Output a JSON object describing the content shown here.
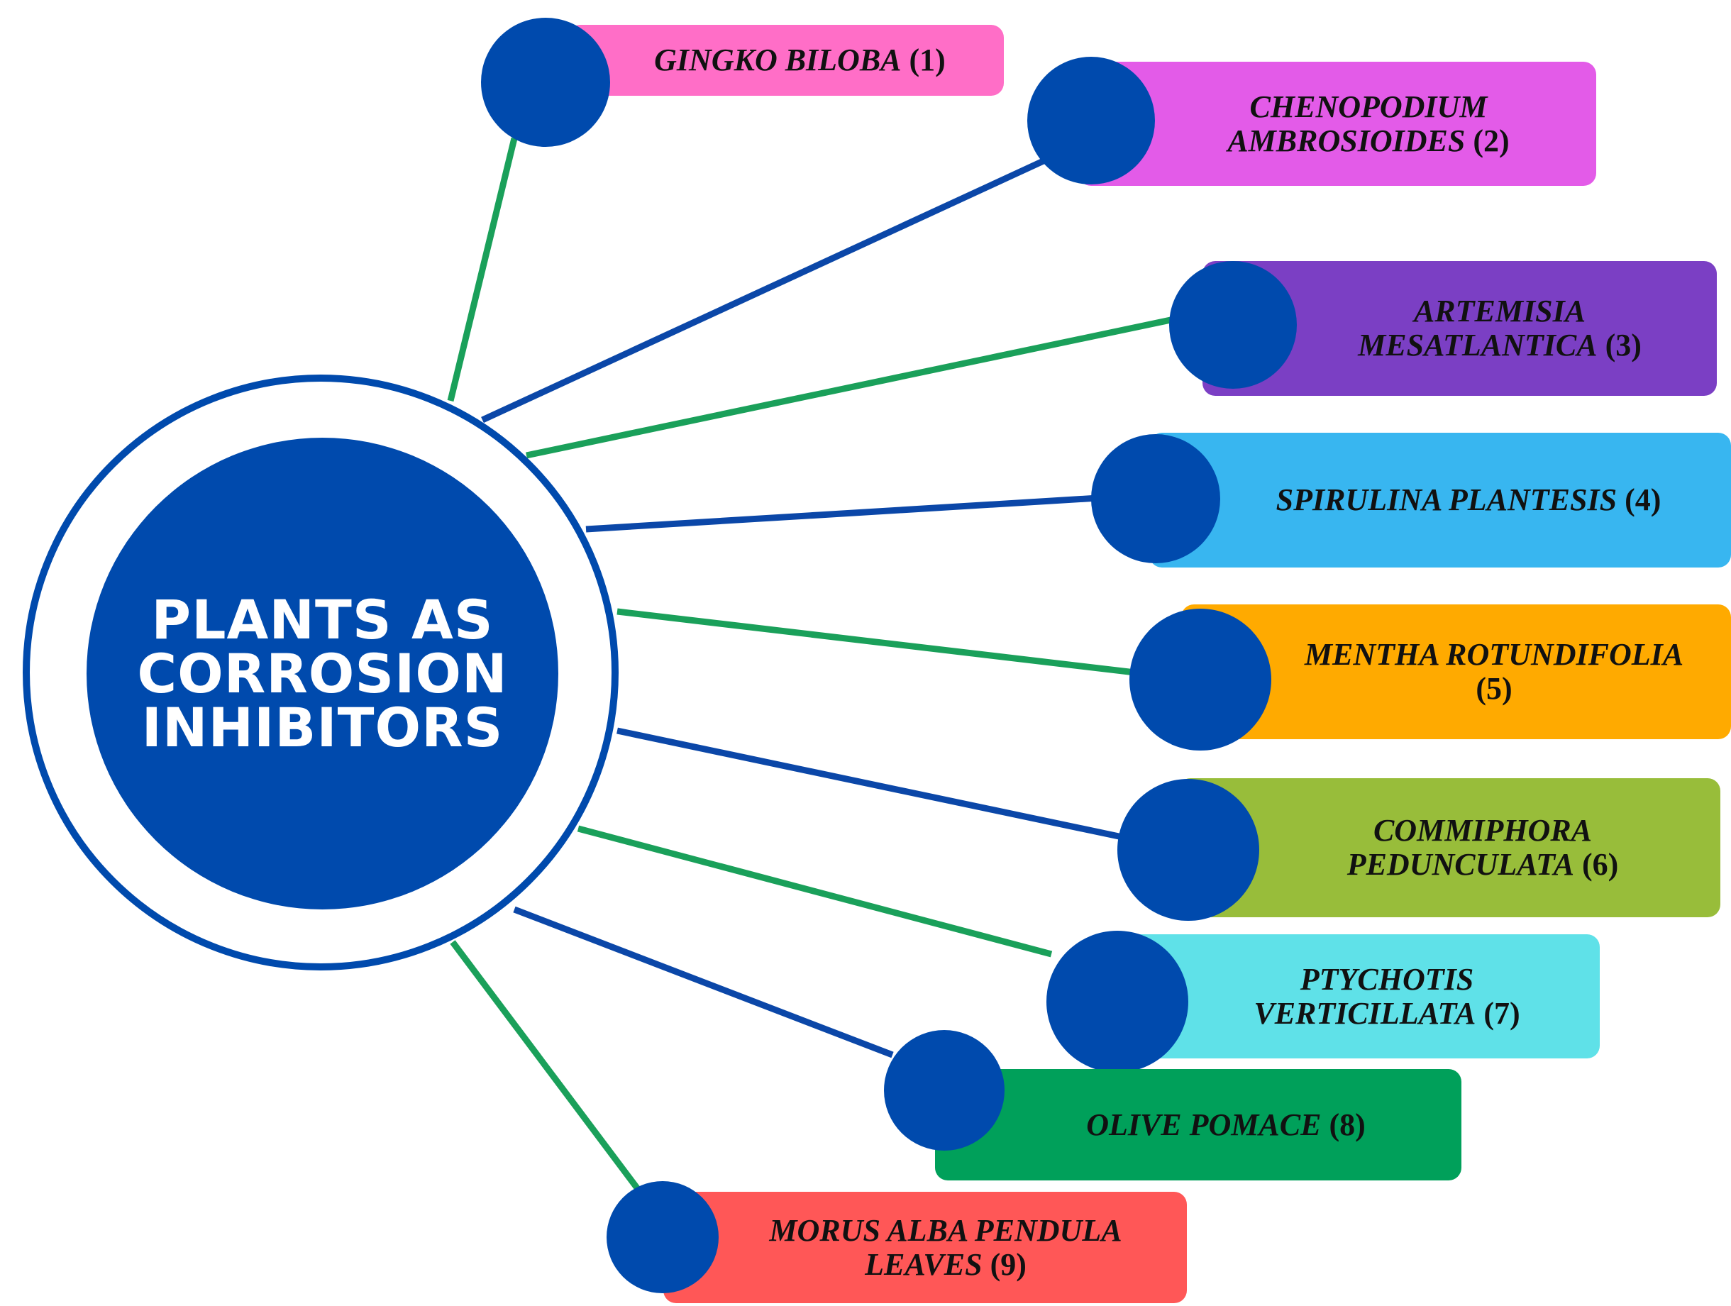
{
  "center": {
    "title": "PLANTS AS CORROSION INHIBITORS",
    "color": "#004aad"
  },
  "colors": {
    "node": "#004aad",
    "line_green": "#1aa05a",
    "line_blue": "#0b47a8"
  },
  "plants": [
    {
      "name": "GINGKO BILOBA",
      "number": "(1)",
      "color": "#ff6ec7"
    },
    {
      "name": "CHENOPODIUM AMBROSIOIDES",
      "number": "(2)",
      "color": "#e35be8"
    },
    {
      "name": "ARTEMISIA MESATLANTICA",
      "number": "(3)",
      "color": "#7b3fc4"
    },
    {
      "name": "SPIRULINA PLANTESIS",
      "number": "(4)",
      "color": "#38b6f0"
    },
    {
      "name": "MENTHA ROTUNDIFOLIA",
      "number": "(5)",
      "color": "#ffaa00"
    },
    {
      "name": "COMMIPHORA PEDUNCULATA",
      "number": "(6)",
      "color": "#98bd3a"
    },
    {
      "name": "PTYCHOTIS VERTICILLATA",
      "number": "(7)",
      "color": "#5fe1e8"
    },
    {
      "name": "OLIVE  POMACE",
      "number": "(8)",
      "color": "#00a05a"
    },
    {
      "name": "MORUS  ALBA PENDULA LEAVES",
      "number": "(9)",
      "color": "#ff5757"
    }
  ]
}
